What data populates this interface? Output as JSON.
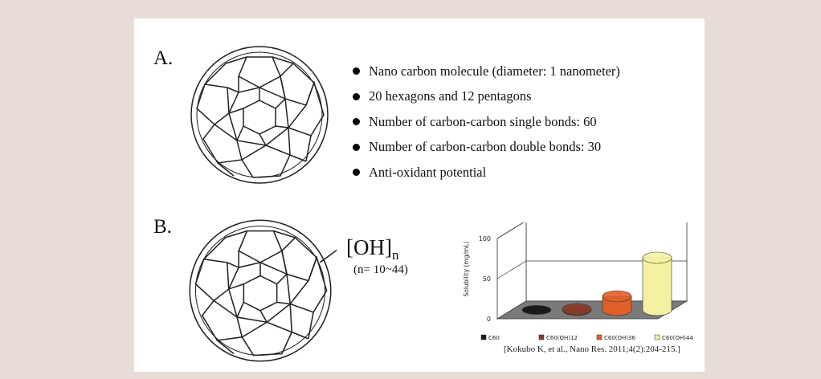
{
  "panels": {
    "a_label": "A.",
    "b_label": "B."
  },
  "bullets": [
    "Nano carbon molecule (diameter:  1 nanometer)",
    "20 hexagons  and 12 pentagons",
    "Number of carbon-carbon single bonds:  60",
    "Number of carbon-carbon double bonds:  30",
    "Anti-oxidant potential"
  ],
  "hydroxylated": {
    "group_text": "[OH]",
    "subscript": "n",
    "range_text": "(n= 10~44)"
  },
  "chart_data": {
    "type": "bar",
    "categories": [
      "C60",
      "C60(OH)12",
      "C60(OH)36",
      "C60(OH)44"
    ],
    "values": [
      0,
      1,
      17,
      65
    ],
    "colors": [
      "#1a1a1a",
      "#8b3a2a",
      "#e0602a",
      "#f4f2a0"
    ],
    "ylabel": "Solubility (mg/mL)",
    "xlabel": "",
    "ylim": [
      0,
      100
    ],
    "yticks": [
      "0",
      "50",
      "100"
    ],
    "legend_position": "bottom"
  },
  "citation": "[Kokubo K, et al., Nano Res. 2011;4(2):204-215.]"
}
